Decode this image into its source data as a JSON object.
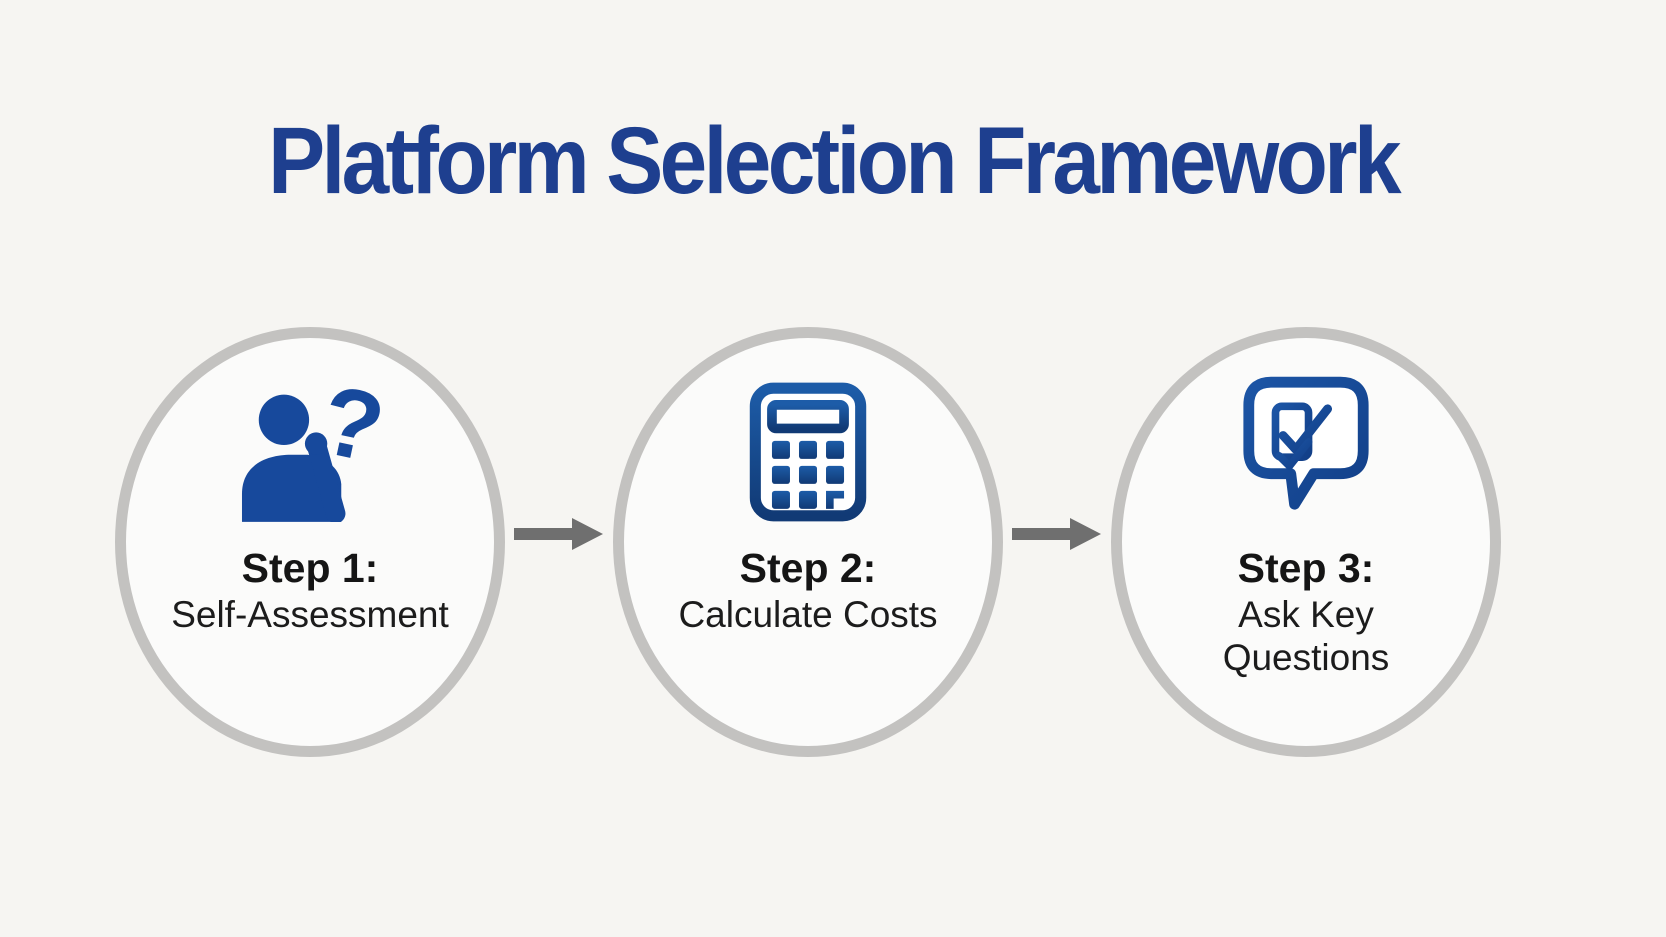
{
  "title": "Platform Selection Framework",
  "steps": [
    {
      "label": "Step 1:",
      "description": "Self-Assessment",
      "icon": "thinking-person-icon"
    },
    {
      "label": "Step 2:",
      "description": "Calculate Costs",
      "icon": "calculator-icon"
    },
    {
      "label": "Step 3:",
      "description": "Ask Key\nQuestions",
      "icon": "checklist-speech-bubble-icon"
    }
  ],
  "connectors": [
    {
      "icon": "arrow-right-icon"
    },
    {
      "icon": "arrow-right-icon"
    }
  ],
  "colors": {
    "background": "#f6f5f2",
    "title_blue": "#1e3f8f",
    "icon_blue": "#17499c",
    "icon_blue_light": "#1d5ca8",
    "icon_blue_dark": "#113a75",
    "circle_border": "#c3c2c0",
    "circle_fill": "#fbfbfa",
    "arrow_gray": "#6f6f6f",
    "text_dark": "#151515"
  }
}
